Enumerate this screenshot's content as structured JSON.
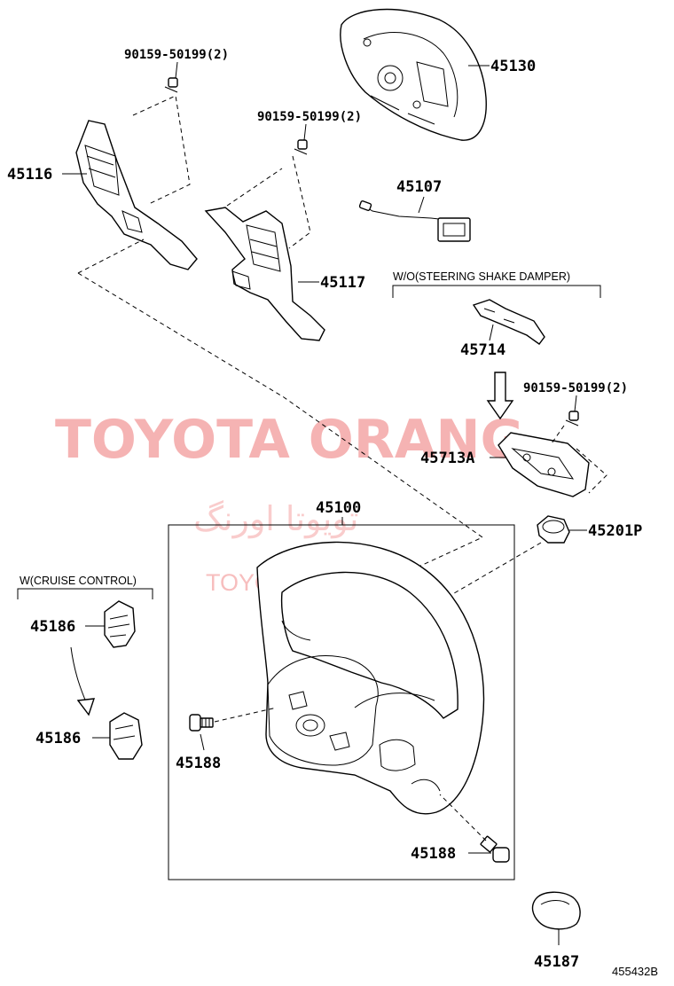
{
  "diagram": {
    "parts": {
      "p45130": "45130",
      "p45116": "45116",
      "p45117": "45117",
      "p45107": "45107",
      "p45714": "45714",
      "p45713a": "45713A",
      "p45100": "45100",
      "p45201p": "45201P",
      "p45186a": "45186",
      "p45186b": "45186",
      "p45188a": "45188",
      "p45188b": "45188",
      "p45187": "45187"
    },
    "bolts": {
      "b1": "90159-50199(2)",
      "b2": "90159-50199(2)",
      "b3": "90159-50199(2)"
    },
    "notes": {
      "steering_shake": "W/O(STEERING SHAKE DAMPER)",
      "cruise": "W(CRUISE CONTROL)"
    },
    "watermarks": {
      "main": "TOYOTA ORANG",
      "persian": "تویوتا اورنگ",
      "site": "TOYOTAPART.IR"
    },
    "diagram_ref": "455432B",
    "colors": {
      "watermark": "#f4a6a6",
      "line": "#000000"
    }
  }
}
